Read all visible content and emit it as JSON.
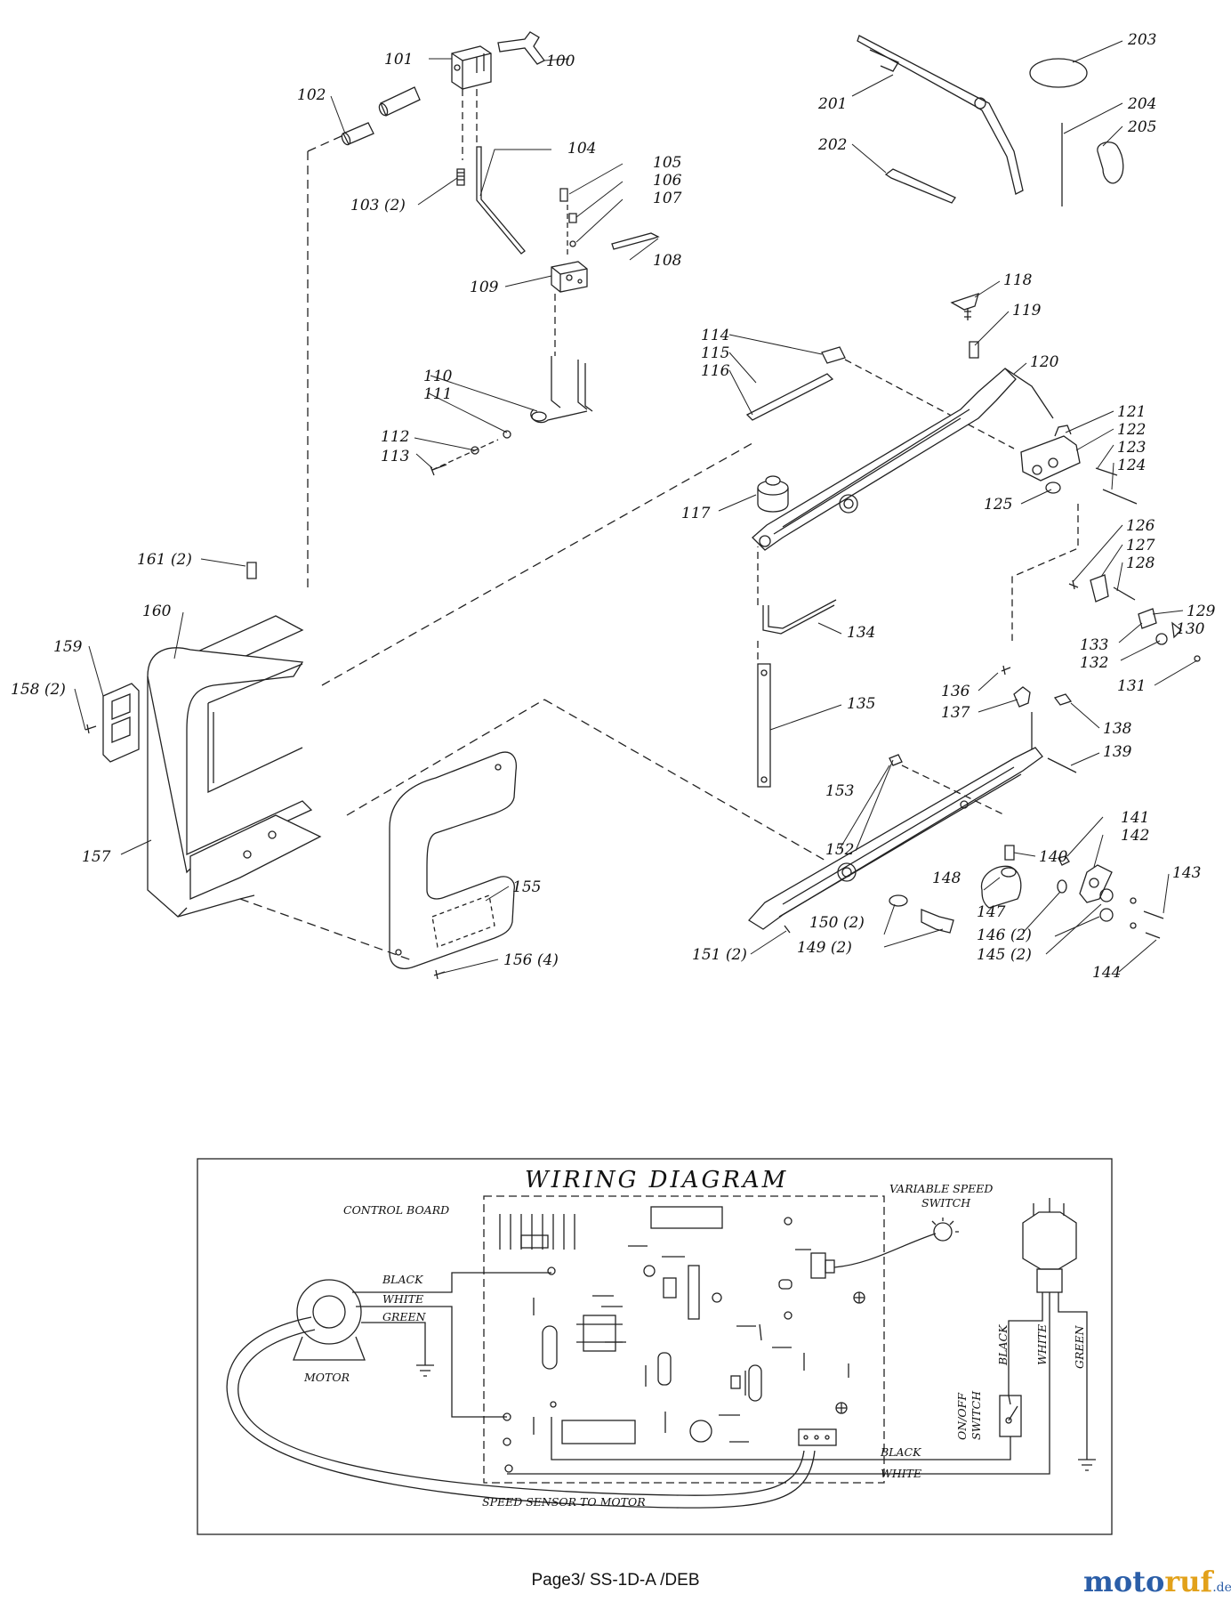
{
  "callouts": [
    {
      "id": "100",
      "text": "100"
    },
    {
      "id": "101",
      "text": "101"
    },
    {
      "id": "102",
      "text": "102"
    },
    {
      "id": "103",
      "text": "103  (2)"
    },
    {
      "id": "104",
      "text": "104"
    },
    {
      "id": "105",
      "text": "105"
    },
    {
      "id": "106",
      "text": "106"
    },
    {
      "id": "107",
      "text": "107"
    },
    {
      "id": "108",
      "text": "108"
    },
    {
      "id": "109",
      "text": "109"
    },
    {
      "id": "110",
      "text": "110"
    },
    {
      "id": "111",
      "text": "111"
    },
    {
      "id": "112",
      "text": "112"
    },
    {
      "id": "113",
      "text": "113"
    },
    {
      "id": "114",
      "text": "114"
    },
    {
      "id": "115",
      "text": "115"
    },
    {
      "id": "116",
      "text": "116"
    },
    {
      "id": "117",
      "text": "117"
    },
    {
      "id": "118",
      "text": "118"
    },
    {
      "id": "119",
      "text": "119"
    },
    {
      "id": "120",
      "text": "120"
    },
    {
      "id": "121",
      "text": "121"
    },
    {
      "id": "122",
      "text": "122"
    },
    {
      "id": "123",
      "text": "123"
    },
    {
      "id": "124",
      "text": "124"
    },
    {
      "id": "125",
      "text": "125"
    },
    {
      "id": "126",
      "text": "126"
    },
    {
      "id": "127",
      "text": "127"
    },
    {
      "id": "128",
      "text": "128"
    },
    {
      "id": "129",
      "text": "129"
    },
    {
      "id": "130",
      "text": "130"
    },
    {
      "id": "131",
      "text": "131"
    },
    {
      "id": "132",
      "text": "132"
    },
    {
      "id": "133",
      "text": "133"
    },
    {
      "id": "134",
      "text": "134"
    },
    {
      "id": "135",
      "text": "135"
    },
    {
      "id": "136",
      "text": "136"
    },
    {
      "id": "137",
      "text": "137"
    },
    {
      "id": "138",
      "text": "138"
    },
    {
      "id": "139",
      "text": "139"
    },
    {
      "id": "140",
      "text": "140"
    },
    {
      "id": "141",
      "text": "141"
    },
    {
      "id": "142",
      "text": "142"
    },
    {
      "id": "143",
      "text": "143"
    },
    {
      "id": "144",
      "text": "144"
    },
    {
      "id": "145",
      "text": "145  (2)"
    },
    {
      "id": "146",
      "text": "146  (2)"
    },
    {
      "id": "147",
      "text": "147"
    },
    {
      "id": "148",
      "text": "148"
    },
    {
      "id": "149",
      "text": "149  (2)"
    },
    {
      "id": "150",
      "text": "150  (2)"
    },
    {
      "id": "151",
      "text": "151  (2)"
    },
    {
      "id": "152",
      "text": "152"
    },
    {
      "id": "153",
      "text": "153"
    },
    {
      "id": "155",
      "text": "155"
    },
    {
      "id": "156",
      "text": "156  (4)"
    },
    {
      "id": "157",
      "text": "157"
    },
    {
      "id": "158",
      "text": "158  (2)"
    },
    {
      "id": "159",
      "text": "159"
    },
    {
      "id": "160",
      "text": "160"
    },
    {
      "id": "161",
      "text": "161  (2)"
    },
    {
      "id": "201",
      "text": "201"
    },
    {
      "id": "202",
      "text": "202"
    },
    {
      "id": "203",
      "text": "203"
    },
    {
      "id": "204",
      "text": "204"
    },
    {
      "id": "205",
      "text": "205"
    }
  ],
  "wiring": {
    "title": "WIRING  DIAGRAM",
    "control_board": "CONTROL  BOARD",
    "variable_speed_1": "VARIABLE  SPEED",
    "variable_speed_2": "SWITCH",
    "black_left": "BLACK",
    "white_left": "WHITE",
    "green_left": "GREEN",
    "motor": "MOTOR",
    "black_vert": "BLACK",
    "white_vert": "WHITE",
    "green_vert": "GREEN",
    "onoff_1": "ON/OFF",
    "onoff_2": "SWITCH",
    "black_bottom": "BLACK",
    "white_bottom": "WHITE",
    "speed_sensor": "SPEED  SENSOR  TO  MOTOR"
  },
  "footer": {
    "page": "Page3/ SS-1D-A /DEB",
    "brand_m": "moto",
    "brand_r": "ruf",
    "brand_de": ".de"
  }
}
